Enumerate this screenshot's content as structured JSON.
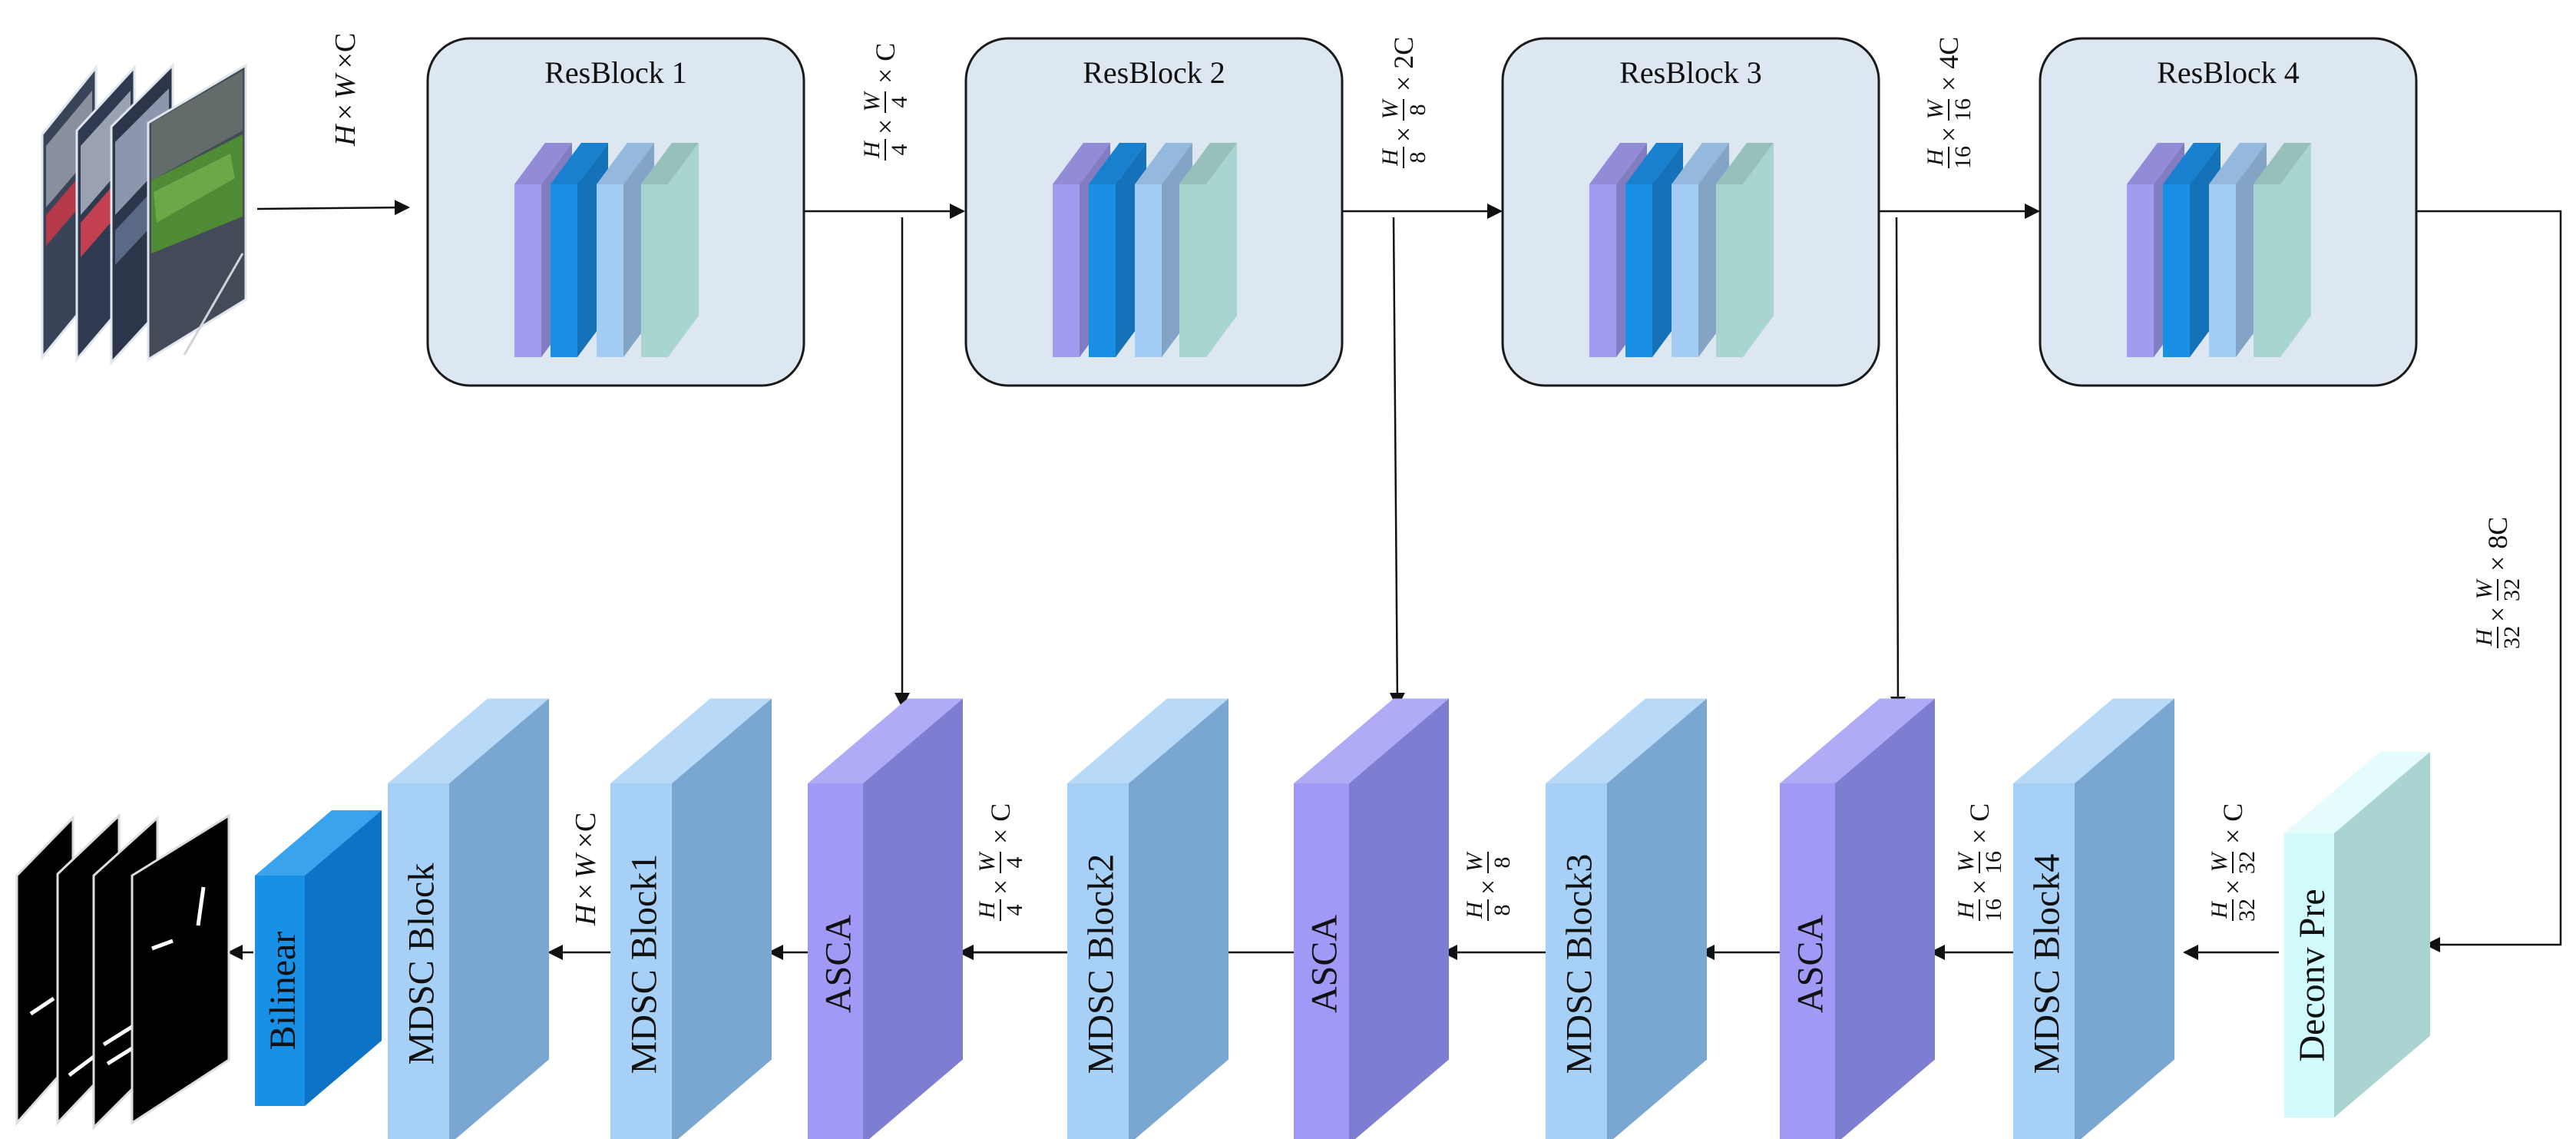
{
  "encoder": {
    "input_label": {
      "h": "H",
      "w": "W",
      "c": "C"
    },
    "blocks": [
      {
        "title": "ResBlock 1"
      },
      {
        "title": "ResBlock 2"
      },
      {
        "title": "ResBlock 3"
      },
      {
        "title": "ResBlock 4"
      }
    ],
    "dims": [
      {
        "hd": "4",
        "wd": "4",
        "c": "C"
      },
      {
        "hd": "8",
        "wd": "8",
        "c": "2C"
      },
      {
        "hd": "16",
        "wd": "16",
        "c": "4C"
      },
      {
        "hd": "32",
        "wd": "32",
        "c": "8C"
      }
    ]
  },
  "decoder": {
    "blocks": [
      {
        "label": "Deconv Pre"
      },
      {
        "label": "MDSC Block4"
      },
      {
        "label": "ASCA"
      },
      {
        "label": "MDSC Block3"
      },
      {
        "label": "ASCA"
      },
      {
        "label": "MDSC Block2"
      },
      {
        "label": "ASCA"
      },
      {
        "label": "MDSC Block1"
      },
      {
        "label": "MDSC Block"
      },
      {
        "label": "Bilinear"
      }
    ],
    "dims": [
      {
        "hd": "32",
        "wd": "32",
        "c": "C"
      },
      {
        "hd": "16",
        "wd": "16",
        "c": "C"
      },
      {
        "hd": "8",
        "wd": "8",
        "c": ""
      },
      {
        "hd": "4",
        "wd": "4",
        "c": "C"
      },
      {
        "h": "H",
        "w": "W",
        "c": "C"
      }
    ]
  },
  "symbols": {
    "times": "×",
    "h": "H",
    "w": "W"
  },
  "colors": {
    "resblock_fill": "#dde7f2",
    "resblock_stroke": "#1a1a1a",
    "layer_lavender": "#a29cf0",
    "layer_blue": "#1a8fe6",
    "layer_light_blue": "#a4cdf5",
    "layer_mint": "#a8d5cf",
    "mdsc_front": "#a6d0f6",
    "mdsc_side": "#7aa7d2",
    "asca_front": "#a09af6",
    "asca_side": "#7d7ed2",
    "deconv_front": "#d2fafb",
    "deconv_side": "#a9d4d1",
    "bilinear_front": "#1890e6",
    "bilinear_side": "#0d73c7"
  }
}
